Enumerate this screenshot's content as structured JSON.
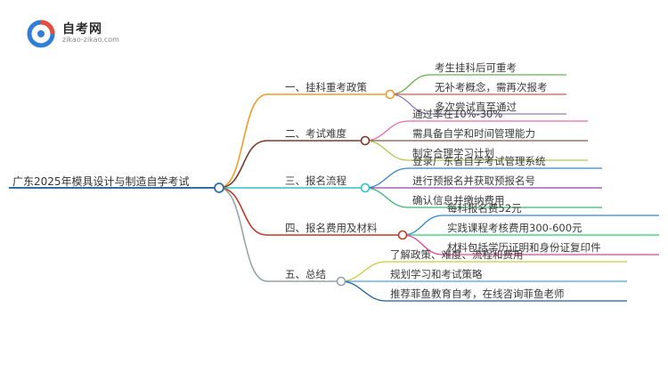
{
  "logo": {
    "title": "自考网",
    "subtitle": "zikao-zikao.com"
  },
  "root": "广东2025年模具设计与制造自学考试",
  "branches": [
    {
      "label": "一、挂科重考政策",
      "color": "#f39a2a",
      "items": [
        "考生挂科后可重考",
        "无补考概念，需再次报考",
        "多次尝试直至通过"
      ],
      "item_colors": [
        "#6ab04c",
        "#d9534f",
        "#8e7cc3"
      ]
    },
    {
      "label": "二、考试难度",
      "color": "#7a3b2e",
      "items": [
        "通过率在10%-30%",
        "需具备自学和时间管理能力",
        "制定合理学习计划"
      ],
      "item_colors": [
        "#e86fa7",
        "#7a5c46",
        "#a9c94c"
      ]
    },
    {
      "label": "三、报名流程",
      "color": "#2ec4c4",
      "items": [
        "登录广东省自学考试管理系统",
        "进行预报名并获取预报名号",
        "确认信息并缴纳费用"
      ],
      "item_colors": [
        "#3a86c8",
        "#8e44ad",
        "#3cb371"
      ]
    },
    {
      "label": "四、报名费用及材料",
      "color": "#c0392b",
      "items": [
        "每科报名费52元",
        "实践课程考核费用300-600元",
        "材料包括学历证明和身份证复印件"
      ],
      "item_colors": [
        "#2e86de",
        "#2ecc71",
        "#e84393"
      ]
    },
    {
      "label": "五、总结",
      "color": "#95a5a6",
      "items": [
        "了解政策、难度、流程和费用",
        "规划学习和考试策略",
        "推荐菲鱼教育自考，在线咨询菲鱼老师"
      ],
      "item_colors": [
        "#c9c93a",
        "#4aa3df",
        "#1f5f9f"
      ]
    }
  ],
  "root_color": "#2f6fa3"
}
